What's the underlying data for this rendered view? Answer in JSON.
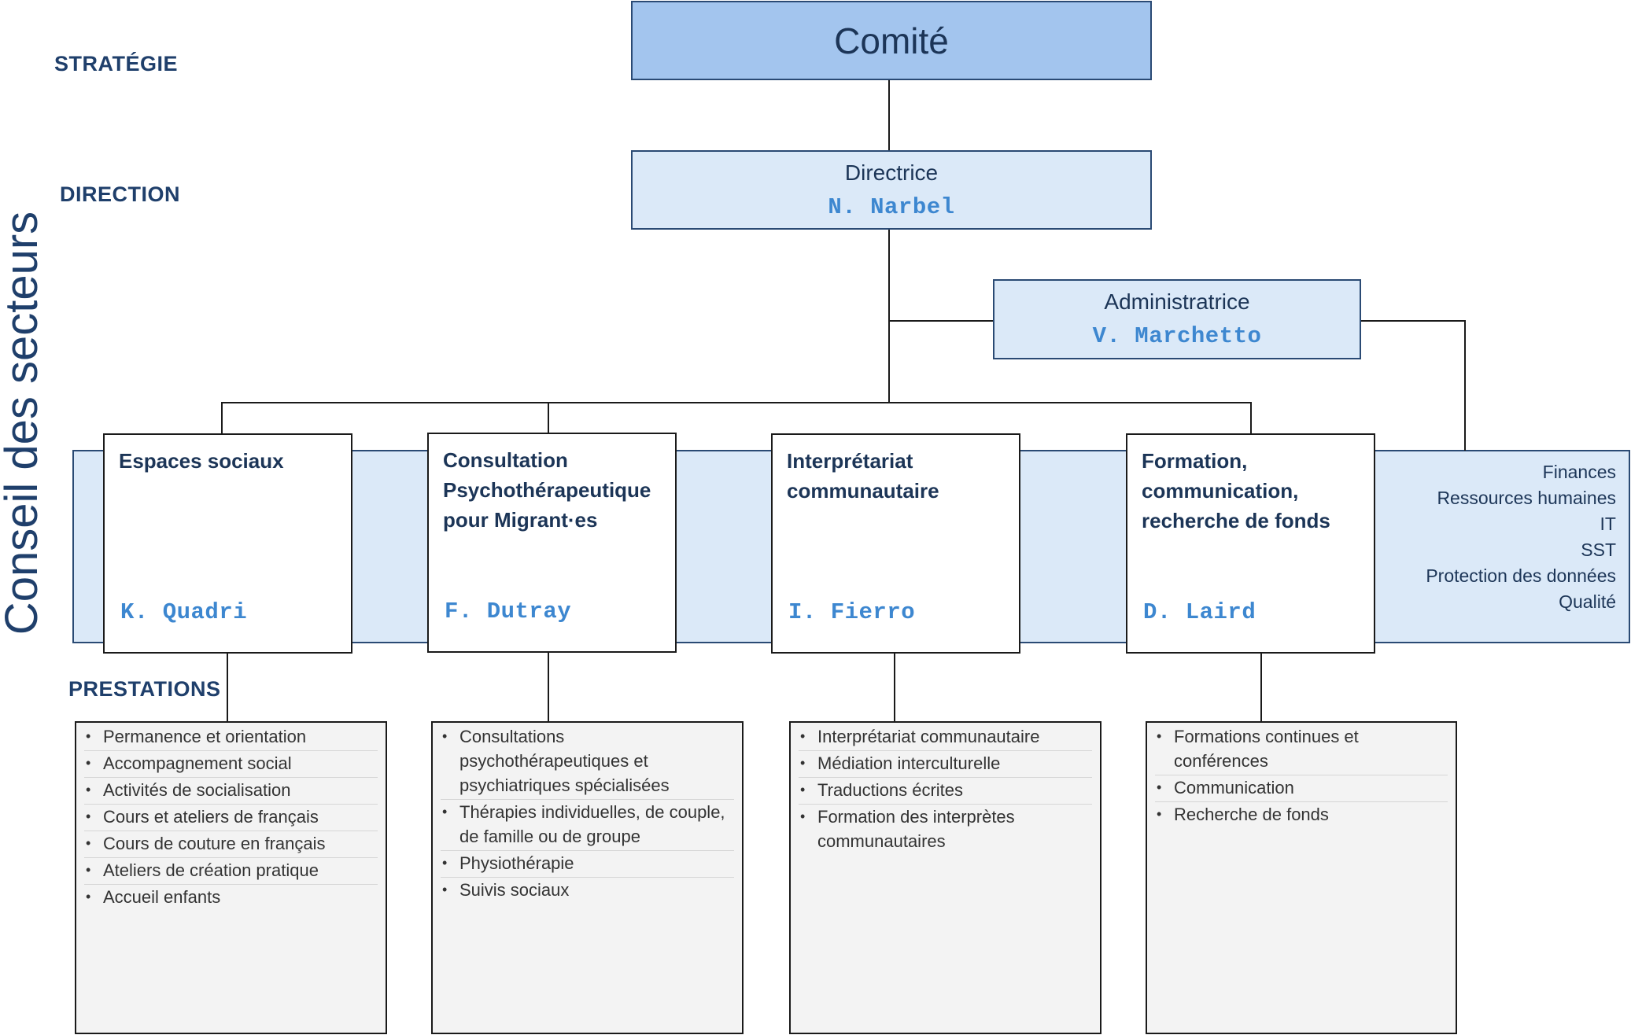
{
  "side_title": "Conseil des secteurs",
  "levels": {
    "strategie": "STRATÉGIE",
    "direction": "DIRECTION",
    "prestations": "PRESTATIONS"
  },
  "comite": {
    "label": "Comité"
  },
  "directrice": {
    "role": "Directrice",
    "person": "N. Narbel"
  },
  "administratrice": {
    "role": "Administratrice",
    "person": "V. Marchetto"
  },
  "sectors": [
    {
      "title": "Espaces sociaux",
      "person": "K. Quadri"
    },
    {
      "title": "Consultation Psychothérapeutique pour Migrant·es",
      "person": "F. Dutray"
    },
    {
      "title": "Interprétariat communautaire",
      "person": "I. Fierro"
    },
    {
      "title": "Formation, communication, recherche de fonds",
      "person": "D. Laird"
    }
  ],
  "support_functions": [
    "Finances",
    "Ressources humaines",
    "IT",
    "SST",
    "Protection des données",
    "Qualité"
  ],
  "services": [
    [
      "Permanence et orientation",
      "Accompagnement social",
      "Activités de socialisation",
      "Cours et ateliers de français",
      "Cours de couture en français",
      "Ateliers de création pratique",
      "Accueil enfants"
    ],
    [
      "Consultations psychothérapeutiques et psychiatriques spécialisées",
      "Thérapies individuelles, de couple, de famille ou de groupe",
      "Physiothérapie",
      "Suivis sociaux"
    ],
    [
      "Interprétariat communautaire",
      "Médiation interculturelle",
      "Traductions écrites",
      "Formation des interprètes communautaires"
    ],
    [
      "Formations continues et conférences",
      "Communication",
      "Recherche de fonds"
    ]
  ],
  "colors": {
    "top_box": "#a3c5ee",
    "light_box": "#dbe9f8",
    "person_text": "#3d87d0",
    "heading_text": "#1f3f6b"
  }
}
